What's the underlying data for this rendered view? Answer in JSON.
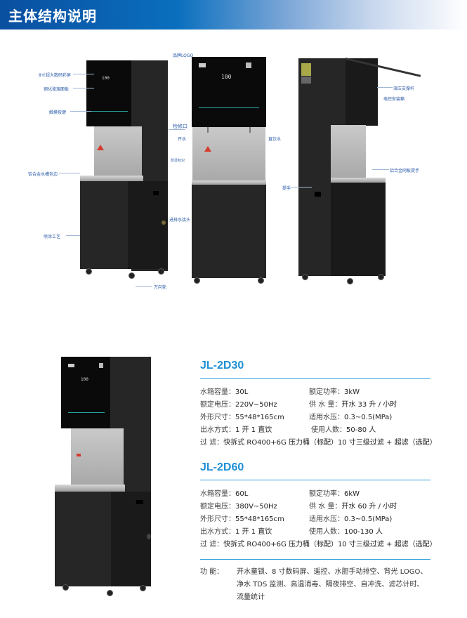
{
  "header": {
    "title": "主体结构说明",
    "gradient_start": "#0a4fa0",
    "gradient_end": "#ffffff"
  },
  "diagram": {
    "left_view": {
      "callouts": [
        "8寸超大数码彩屏",
        "钢化玻璃面板",
        "触摸按键",
        "铝合金水槽包边",
        "喷涂工艺",
        "进排水接头",
        "万向轮"
      ]
    },
    "front_view": {
      "callouts": [
        "品牌LOGO",
        "检修口",
        "开水",
        "直饮水",
        "防烫标识"
      ],
      "screen_reading": "100"
    },
    "side_open_view": {
      "callouts": [
        "液压支撑杆",
        "电控安装箱",
        "铝合金网板提手",
        "提手"
      ]
    }
  },
  "products": [
    {
      "model": "JL-2D30",
      "specs": [
        {
          "label": "水箱容量：",
          "value": "30L"
        },
        {
          "label": "额定功率：",
          "value": "3kW"
        },
        {
          "label": "额定电压：",
          "value": "220V~50Hz"
        },
        {
          "label": "供  水  量：",
          "value": "开水 33 升 / 小时"
        },
        {
          "label": "外形尺寸：",
          "value": "55*48*165cm"
        },
        {
          "label": "适用水压：",
          "value": "0.3~0.5(MPa)"
        },
        {
          "label": "出水方式：",
          "value": "1 开 1 直饮"
        },
        {
          "label": "使用人数：",
          "value": "50-80 人"
        }
      ],
      "filter": {
        "label": "过      滤：",
        "value": "快拆式 RO400+6G 压力桶（标配）10 寸三级过滤 + 超滤（选配）"
      }
    },
    {
      "model": "JL-2D60",
      "specs": [
        {
          "label": "水箱容量：",
          "value": "60L"
        },
        {
          "label": "额定功率：",
          "value": "6kW"
        },
        {
          "label": "额定电压：",
          "value": "380V~50Hz"
        },
        {
          "label": "供  水  量：",
          "value": "开水 60 升 / 小时"
        },
        {
          "label": "外形尺寸：",
          "value": "55*48*165cm"
        },
        {
          "label": "适用水压：",
          "value": "0.3~0.5(MPa)"
        },
        {
          "label": "出水方式：",
          "value": "1 开 1 直饮"
        },
        {
          "label": "使用人数：",
          "value": "100-130 人"
        }
      ],
      "filter": {
        "label": "过      滤：",
        "value": "快拆式 RO400+6G 压力桶（标配）10 寸三级过滤 + 超滤（选配）"
      }
    }
  ],
  "features": {
    "label": "功      能：",
    "lines": [
      "开水童锁、8 寸数码屏、遥控、水胆手动排空、背光 LOGO、",
      "净水 TDS 监测、高温消毒、隔夜排空、自冲洗、滤芯计时、",
      "流量统计"
    ]
  },
  "colors": {
    "model_blue": "#1f8fd6",
    "rule_blue": "#2ea0dc",
    "callout_blue": "#2a5aa8"
  }
}
